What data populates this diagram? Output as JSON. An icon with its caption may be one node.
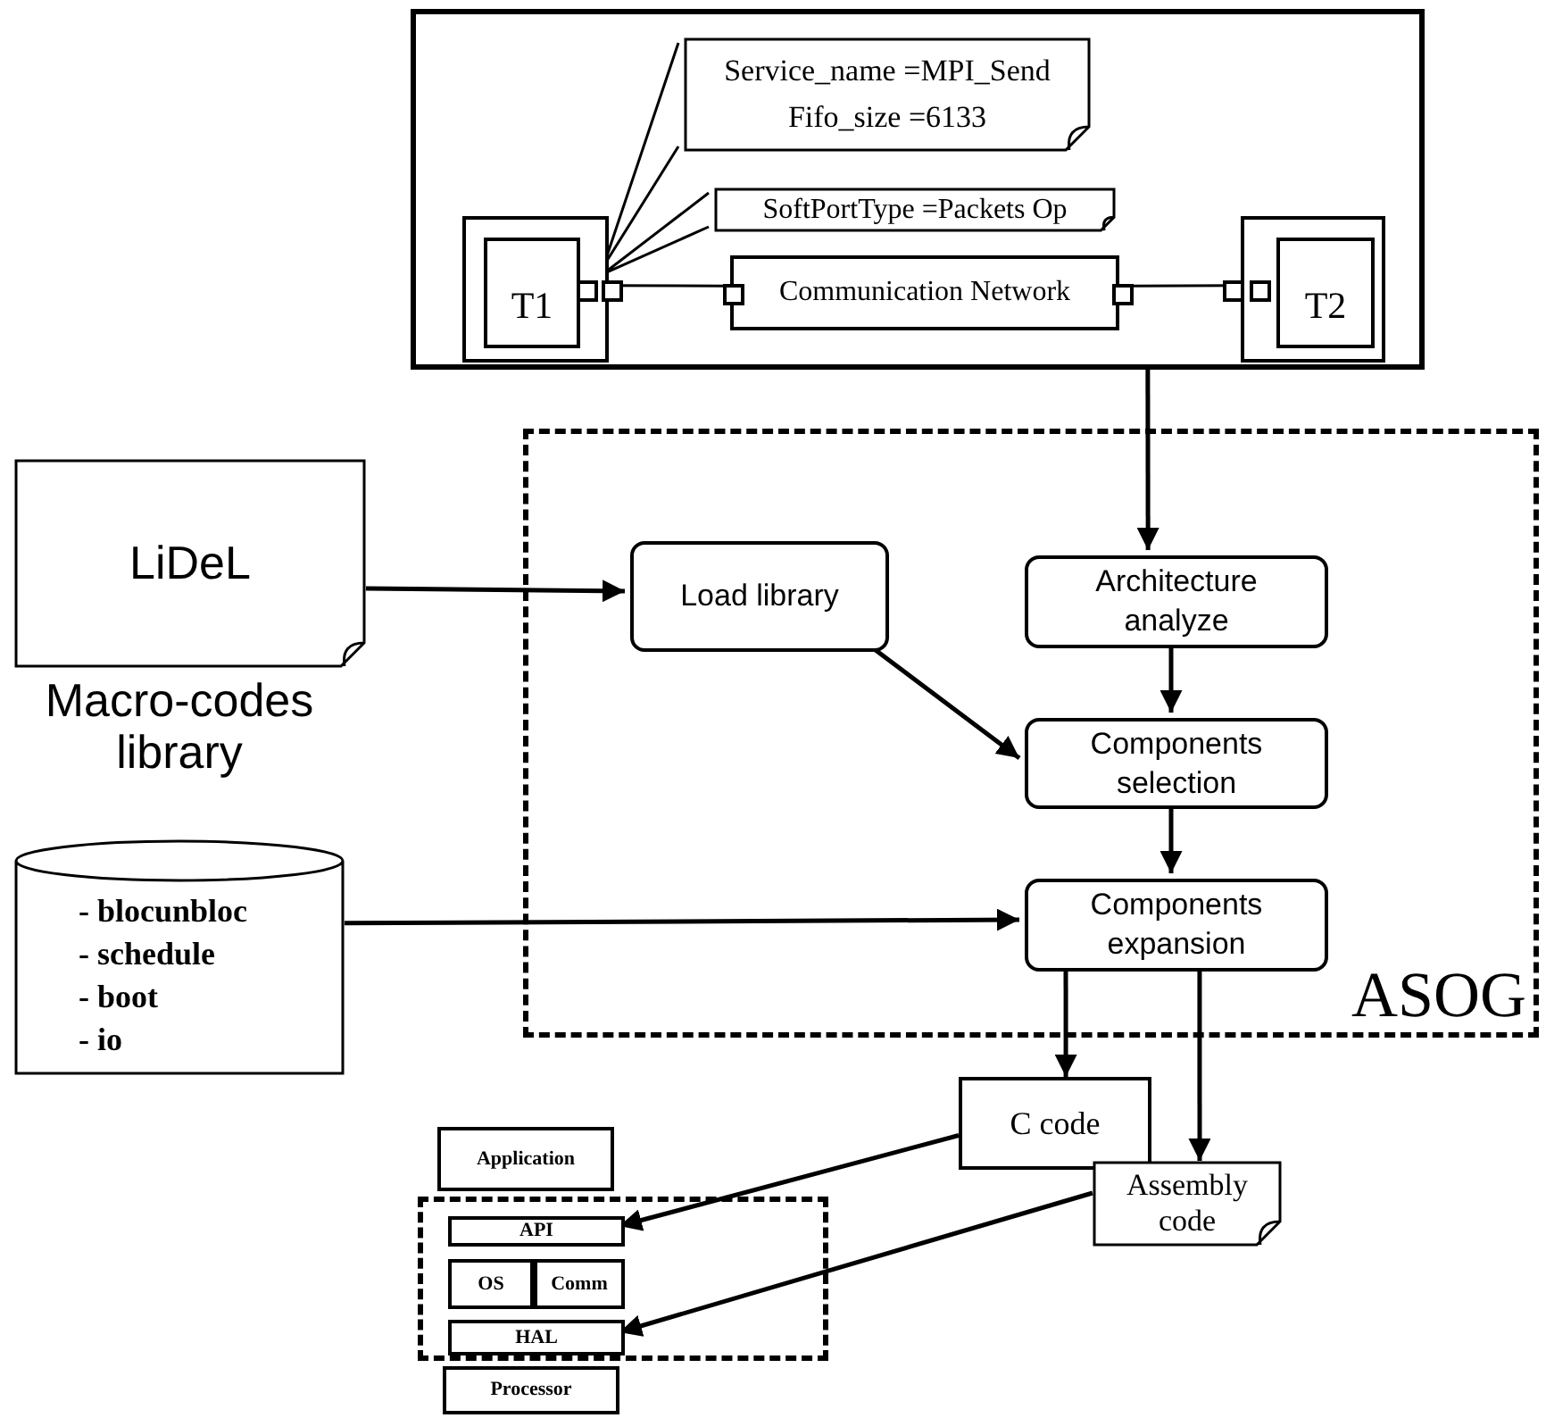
{
  "diagram": {
    "nodes": [
      {
        "text": [],
        "shape": "box"
      },
      {
        "text": [
          "Service_name =MPI_Send",
          "Fifo_size =6133"
        ],
        "in": 0
      },
      {
        "text": [
          "SoftPortType =Packets Op"
        ],
        "in": 0
      },
      {
        "text": [
          "T1"
        ],
        "in": 0
      },
      {
        "text": [
          "Communication Network"
        ],
        "in": 0
      },
      {
        "text": [
          "T2"
        ],
        "in": 0
      },
      {
        "text": [
          "LiDeL"
        ]
      },
      {
        "text": [
          "ASOG"
        ]
      },
      {
        "text": [
          "Load library"
        ],
        "in": 7
      },
      {
        "text": [
          "Architecture analyze"
        ],
        "in": 7
      },
      {
        "text": [
          "Macro-codes library",
          "- blocunbloc",
          "- schedule",
          "- boot",
          "- io"
        ]
      },
      {
        "text": [
          "Components selection"
        ],
        "in": 7
      },
      {
        "text": [
          "Components expansion"
        ],
        "in": 7
      },
      {
        "text": [
          "C code"
        ]
      },
      {
        "text": [
          "Assembly code"
        ]
      },
      {
        "text": [
          "Application"
        ]
      },
      {
        "text": [],
        "shape": "box"
      },
      {
        "text": [
          "API"
        ],
        "in": 16
      },
      {
        "text": [
          "OS"
        ],
        "in": 16
      },
      {
        "text": [
          "Comm"
        ],
        "in": 16
      },
      {
        "text": [
          "HAL"
        ],
        "in": 16
      },
      {
        "text": [
          "Processor"
        ]
      }
    ],
    "edges": [
      {
        "from": 1,
        "to": 3,
        "arrow": "none"
      },
      {
        "from": 2,
        "to": 3,
        "arrow": "none"
      },
      {
        "from": 3,
        "to": 4,
        "arrow": "none"
      },
      {
        "from": 4,
        "to": 5,
        "arrow": "none"
      },
      {
        "from": 0,
        "to": 9,
        "arrow": "to"
      },
      {
        "from": 6,
        "to": 8,
        "arrow": "to"
      },
      {
        "from": 8,
        "to": 11,
        "arrow": "to"
      },
      {
        "from": 9,
        "to": 11,
        "arrow": "to"
      },
      {
        "from": 11,
        "to": 12,
        "arrow": "to"
      },
      {
        "from": 10,
        "to": 12,
        "arrow": "to"
      },
      {
        "from": 12,
        "to": 13,
        "arrow": "to"
      },
      {
        "from": 12,
        "to": 14,
        "arrow": "to"
      },
      {
        "from": 13,
        "to": 17,
        "arrow": "to"
      },
      {
        "from": 14,
        "to": 20,
        "arrow": "to"
      }
    ]
  }
}
